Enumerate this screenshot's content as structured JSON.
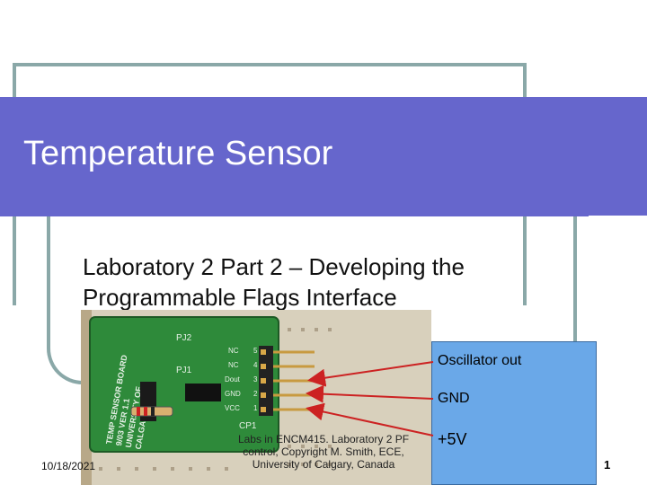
{
  "slide": {
    "title": "Temperature Sensor",
    "subtitle": "Laboratory 2 Part 2 – Developing the Programmable Flags Interface"
  },
  "photo": {
    "board_text_line1": "TEMP SENSOR BOARD",
    "board_text_line2": "9/03 VER 1.1",
    "board_text_line3": "UNIVERSITY OF",
    "board_text_line4": "CALGARY ECE",
    "pj2": "PJ2",
    "pj1": "PJ1",
    "cp1": "CP1",
    "pin_labels": [
      "NC",
      "NC",
      "Dout",
      "GND",
      "VCC"
    ],
    "pin_numbers": [
      "5",
      "4",
      "3",
      "2",
      "1"
    ]
  },
  "callouts": {
    "oscillator": "Oscillator out",
    "gnd": "GND",
    "vcc": "+5V"
  },
  "footer": {
    "date": "10/18/2021",
    "center": "Labs in ENCM415. Laboratory 2 PF control,         Copyright M. Smith, ECE, University of Calgary, Canada",
    "page": "1"
  },
  "colors": {
    "title_band": "#6666cc",
    "frame": "#8aa8a8",
    "callout_box": "#6aa8e8",
    "arrow": "#cc2222",
    "board": "#2e8a3a"
  }
}
